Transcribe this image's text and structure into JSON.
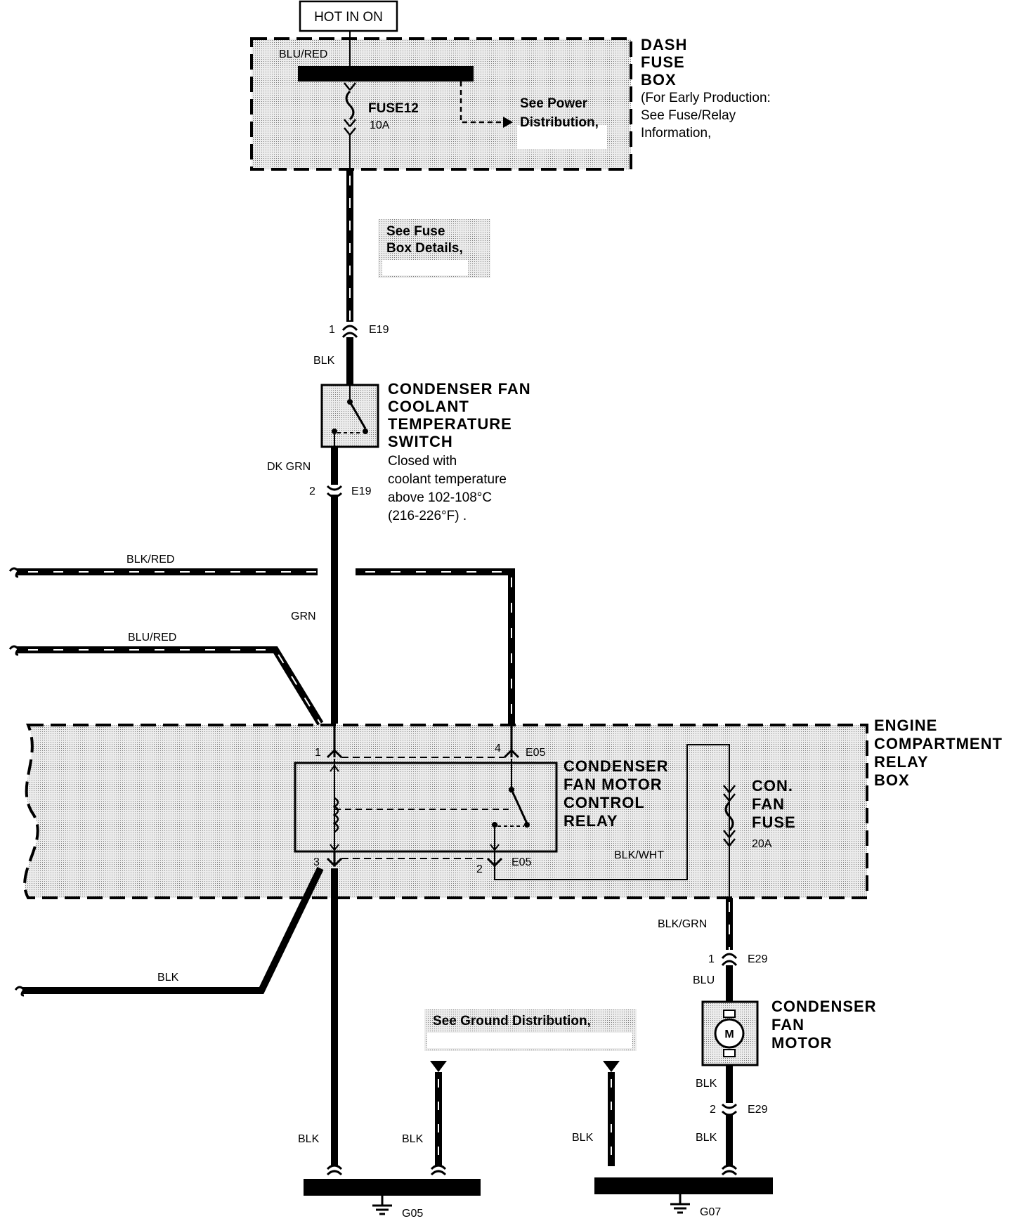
{
  "top": {
    "hot_label": "HOT IN ON"
  },
  "dash_fuse_box": {
    "title_lines": [
      "DASH",
      "FUSE",
      "BOX"
    ],
    "note_lines": [
      "(For Early Production:",
      "See Fuse/Relay",
      "Information,"
    ],
    "wire": "BLU/RED",
    "fuse_name": "FUSE12",
    "fuse_rating": "10A",
    "ref_lines": [
      "See Power",
      "Distribution,"
    ]
  },
  "fuse_box_details": {
    "lines": [
      "See Fuse",
      "Box Details,"
    ]
  },
  "connectors": {
    "e19_top_pin": "1",
    "e19_top": "E19",
    "e19_bot_pin": "2",
    "e19_bot": "E19",
    "e05_pin1": "1",
    "e05_pin4": "4",
    "e05_top": "E05",
    "e05_pin3": "3",
    "e05_pin2": "2",
    "e05_bot": "E05",
    "e29_top_pin": "1",
    "e29_top": "E29",
    "e29_bot_pin": "2",
    "e29_bot": "E29"
  },
  "wires": {
    "blk_upper": "BLK",
    "dk_grn": "DK GRN",
    "blk_red": "BLK/RED",
    "grn": "GRN",
    "blu_red": "BLU/RED",
    "blk_left": "BLK",
    "blk_wht": "BLK/WHT",
    "blk_grn": "BLK/GRN",
    "blu": "BLU",
    "blk_motor": "BLK",
    "blk_motor_low": "BLK",
    "blk_g05_a": "BLK",
    "blk_g05_b": "BLK",
    "blk_g07": "BLK"
  },
  "coolant_switch": {
    "title_lines": [
      "CONDENSER FAN",
      "COOLANT",
      "TEMPERATURE",
      "SWITCH"
    ],
    "desc_lines": [
      "Closed with",
      "coolant temperature",
      "above 102-108°C",
      "(216-226°F) ."
    ]
  },
  "relay_box": {
    "title_lines": [
      "ENGINE",
      "COMPARTMENT",
      "RELAY",
      "BOX"
    ]
  },
  "relay": {
    "title_lines": [
      "CONDENSER",
      "FAN MOTOR",
      "CONTROL",
      "RELAY"
    ]
  },
  "con_fan_fuse": {
    "title_lines": [
      "CON.",
      "FAN",
      "FUSE"
    ],
    "rating": "20A"
  },
  "motor": {
    "title_lines": [
      "CONDENSER",
      "FAN",
      "MOTOR"
    ],
    "symbol": "M"
  },
  "ground_ref": {
    "text": "See Ground Distribution,"
  },
  "grounds": {
    "g05": "G05",
    "g07": "G07"
  },
  "colors": {
    "ink": "#000000",
    "shade": "#dcdcdc",
    "paper": "#ffffff"
  }
}
